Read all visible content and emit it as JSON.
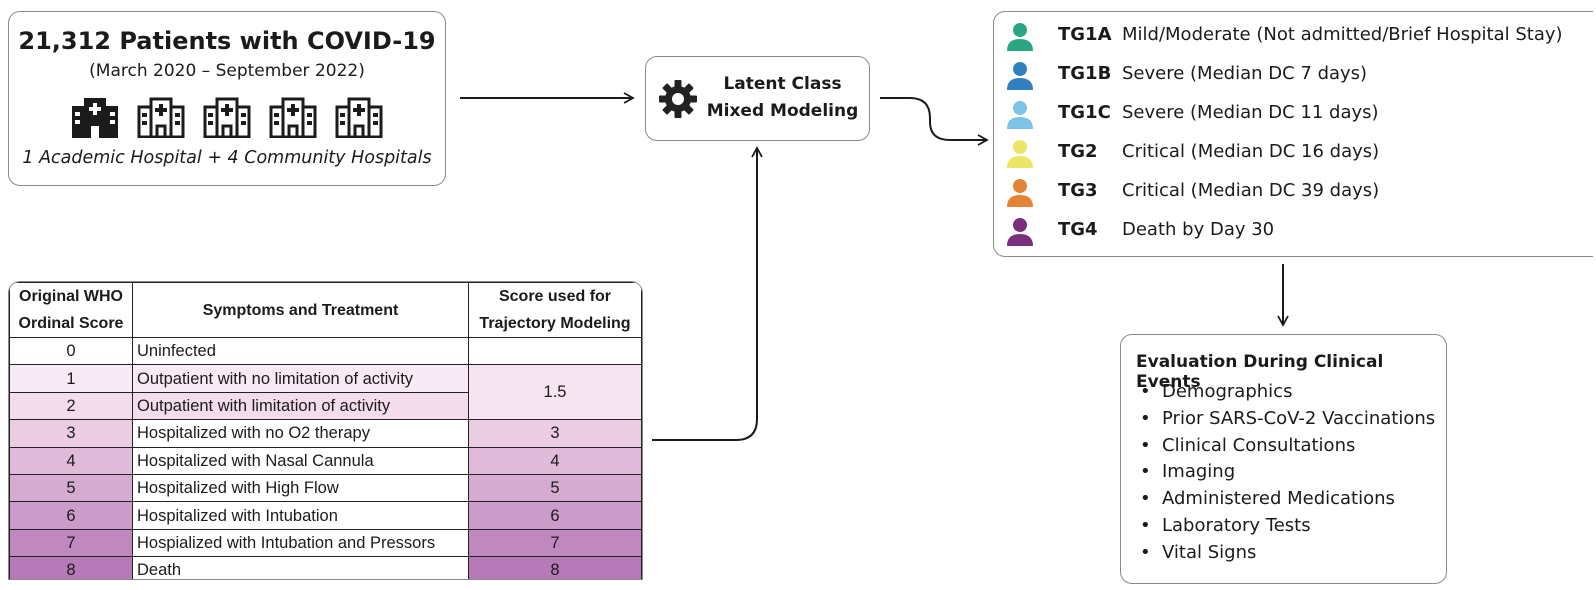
{
  "cohort": {
    "title": "21,312 Patients with COVID-19",
    "dates": "(March 2020 – September 2022)",
    "hospital_icons": [
      "hospital-icon-filled",
      "hospital-icon",
      "hospital-icon",
      "hospital-icon",
      "hospital-icon"
    ],
    "caption": "1 Academic Hospital + 4 Community Hospitals"
  },
  "model": {
    "icon": "gear-icon",
    "line1": "Latent Class",
    "line2": "Mixed Modeling"
  },
  "trajectory_groups": [
    {
      "code": "TG1A",
      "desc": "Mild/Moderate (Not admitted/Brief Hospital Stay)",
      "color": "#2aa683"
    },
    {
      "code": "TG1B",
      "desc": "Severe (Median DC 7 days)",
      "color": "#2f7fc1"
    },
    {
      "code": "TG1C",
      "desc": "Severe (Median DC 11 days)",
      "color": "#7dc3e8"
    },
    {
      "code": "TG2",
      "desc": "Critical (Median DC 16 days)",
      "color": "#ece567"
    },
    {
      "code": "TG3",
      "desc": "Critical (Median DC 39 days)",
      "color": "#e58233"
    },
    {
      "code": "TG4",
      "desc": "Death by Day 30",
      "color": "#7a2f7e"
    }
  ],
  "evaluation": {
    "title": "Evaluation During Clinical Events",
    "items": [
      "Demographics",
      "Prior SARS-CoV-2 Vaccinations",
      "Clinical Consultations",
      "Imaging",
      "Administered Medications",
      "Laboratory Tests",
      "Vital Signs"
    ]
  },
  "table": {
    "header": {
      "col1_line1": "Original WHO",
      "col1_line2": "Ordinal Score",
      "col2": "Symptoms and Treatment",
      "col3_line1": "Score used for",
      "col3_line2": "Trajectory Modeling"
    },
    "rows": [
      {
        "score": "0",
        "desc": "Uninfected",
        "traj": "",
        "color": "#ffffff"
      },
      {
        "score": "1",
        "desc": "Outpatient with no limitation of activity",
        "traj": "1.5",
        "color": "#f8eaf4"
      },
      {
        "score": "2",
        "desc": "Outpatient with limitation of activity",
        "traj": "",
        "color": "#f3dcec"
      },
      {
        "score": "3",
        "desc": "Hospitalized with no O2 therapy",
        "traj": "3",
        "color": "#ebcde3"
      },
      {
        "score": "4",
        "desc": "Hospitalized with Nasal Cannula",
        "traj": "4",
        "color": "#e1bcda"
      },
      {
        "score": "5",
        "desc": "Hospitalized with High Flow",
        "traj": "5",
        "color": "#d6abd1"
      },
      {
        "score": "6",
        "desc": "Hospitalized with Intubation",
        "traj": "6",
        "color": "#cb9bc9"
      },
      {
        "score": "7",
        "desc": "Hospialized with Intubation and Pressors",
        "traj": "7",
        "color": "#bf89bf"
      },
      {
        "score": "8",
        "desc": "Death",
        "traj": "8",
        "color": "#b57ab7"
      }
    ],
    "merged_cell_color": "#f6e4f1"
  }
}
